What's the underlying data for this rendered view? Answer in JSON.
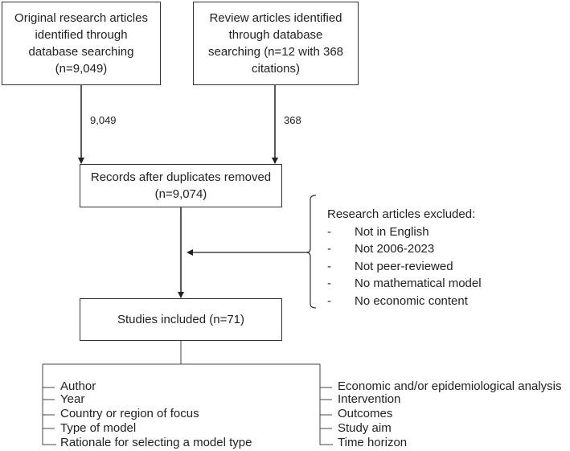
{
  "boxes": {
    "original": {
      "lines": [
        "Original research articles",
        "identified through",
        "database searching",
        "(n=9,049)"
      ]
    },
    "review": {
      "lines": [
        "Review articles identified",
        "through database",
        "searching (n=12 with 368",
        "citations)"
      ]
    },
    "records": {
      "lines": [
        "Records after duplicates removed",
        "(n=9,074)"
      ]
    },
    "included": {
      "label": "Studies included (n=71)"
    }
  },
  "arrow_labels": {
    "original": "9,049",
    "review": "368"
  },
  "exclusions": {
    "title": "Research articles excluded:",
    "bullet": "-",
    "items": [
      "Not in English",
      "Not 2006-2023",
      "Not peer-reviewed",
      "No mathematical model",
      "No economic content"
    ]
  },
  "extracted_fields": {
    "left": [
      "Author",
      "Year",
      "Country or region of focus",
      "Type of model",
      "Rationale for selecting a model type"
    ],
    "right": [
      "Economic and/or epidemiological analysis",
      "Intervention",
      "Outcomes",
      "Study aim",
      "Time horizon"
    ]
  }
}
